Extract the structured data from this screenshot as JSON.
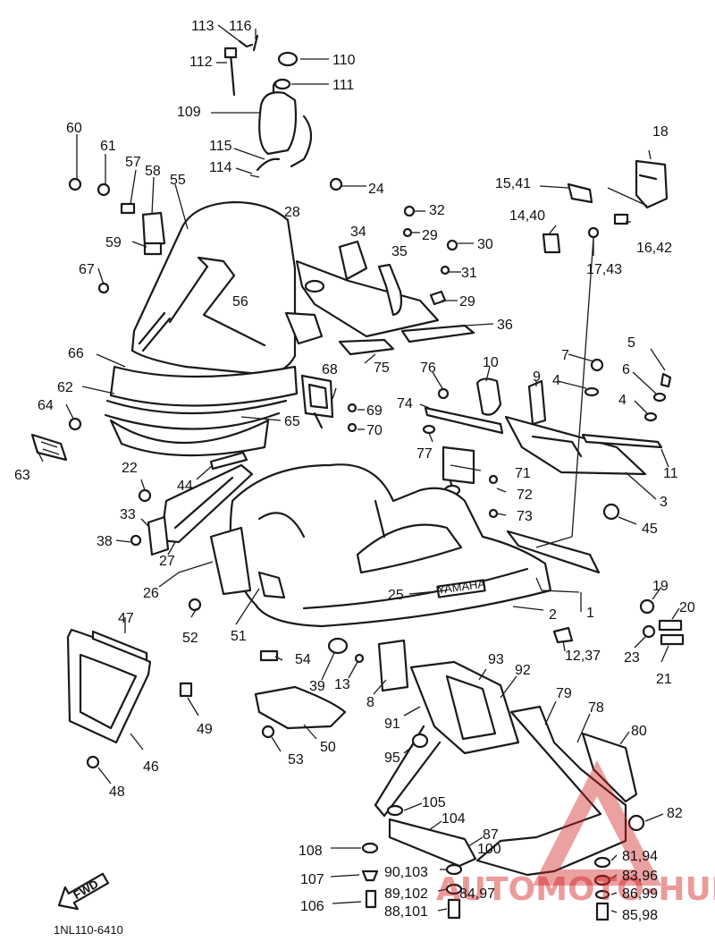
{
  "diagram": {
    "part_code": "1NL110-6410",
    "fwd_arrow_text": "FWD",
    "brand_text": "YAMAHA",
    "watermark_text": "AUTOMOTO-HUB",
    "watermark_color": "#d21f1f",
    "labels": [
      "113",
      "116",
      "112",
      "110",
      "111",
      "109",
      "115",
      "114",
      "24",
      "60",
      "61",
      "57",
      "58",
      "55",
      "59",
      "67",
      "56",
      "28",
      "34",
      "32",
      "29",
      "35",
      "30",
      "31",
      "29",
      "36",
      "15,41",
      "18",
      "14,40",
      "16,42",
      "17,43",
      "66",
      "62",
      "64",
      "63",
      "68",
      "69",
      "70",
      "65",
      "44",
      "74",
      "75",
      "76",
      "77",
      "10",
      "9",
      "7",
      "5",
      "4",
      "6",
      "4",
      "11",
      "71",
      "72",
      "73",
      "3",
      "45",
      "22",
      "33",
      "38",
      "27",
      "26",
      "25",
      "2",
      "1",
      "19",
      "20",
      "23",
      "21",
      "12,37",
      "52",
      "51",
      "47",
      "46",
      "48",
      "49",
      "54",
      "39",
      "13",
      "8",
      "93",
      "92",
      "50",
      "53",
      "91",
      "95",
      "79",
      "78",
      "80",
      "105",
      "104",
      "82",
      "87",
      "100",
      "108",
      "81,94",
      "90,103",
      "83,96",
      "107",
      "89,102",
      "84,97",
      "86,99",
      "106",
      "88,101",
      "85,98"
    ]
  }
}
